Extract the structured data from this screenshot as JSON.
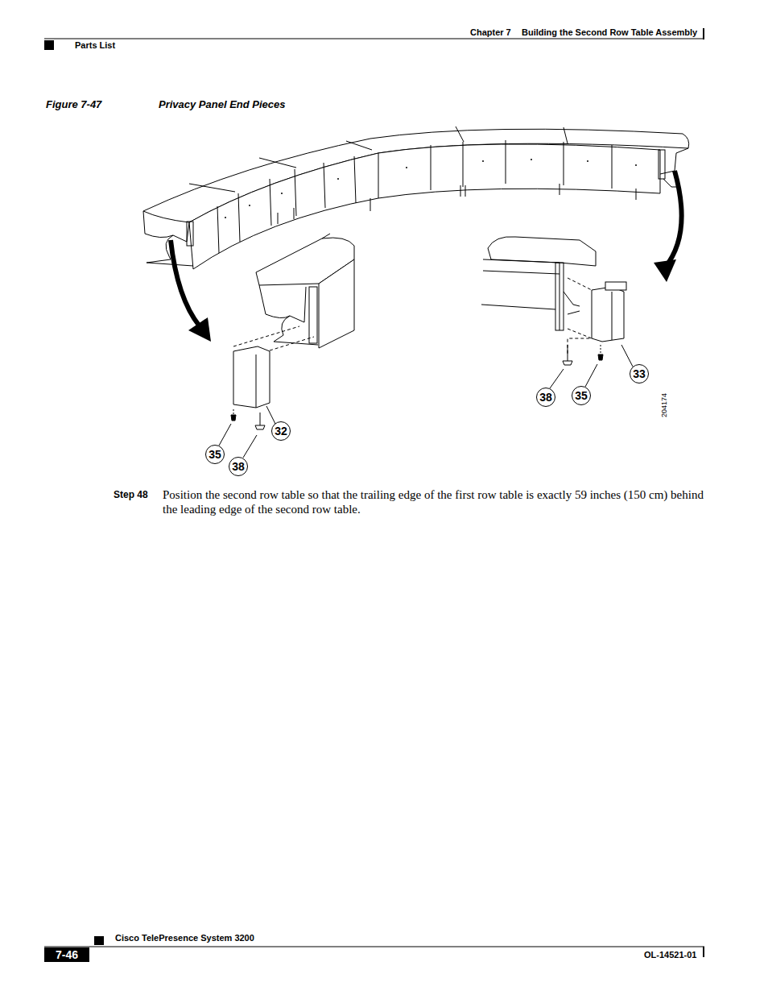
{
  "diagram": {
    "title": "Privacy Panel End Pieces",
    "nodes": [
      {
        "text": [
          "35"
        ]
      },
      {
        "text": [
          "38"
        ]
      },
      {
        "text": [
          "32"
        ]
      },
      {
        "text": [
          "38"
        ]
      },
      {
        "text": [
          "35"
        ]
      },
      {
        "text": [
          "33"
        ]
      }
    ],
    "edges": [],
    "labels": [
      "Chapter 7",
      "Building the Second Row Table Assembly",
      "Parts List",
      "Figure 7-47",
      "204174",
      "Step 48",
      "Position the second row table so that the trailing edge of the first row table is exactly 59 inches (150 cm) behind the leading edge of the second row table.",
      "Cisco TelePresence System 3200",
      "7-46",
      "OL-14521-01"
    ]
  }
}
